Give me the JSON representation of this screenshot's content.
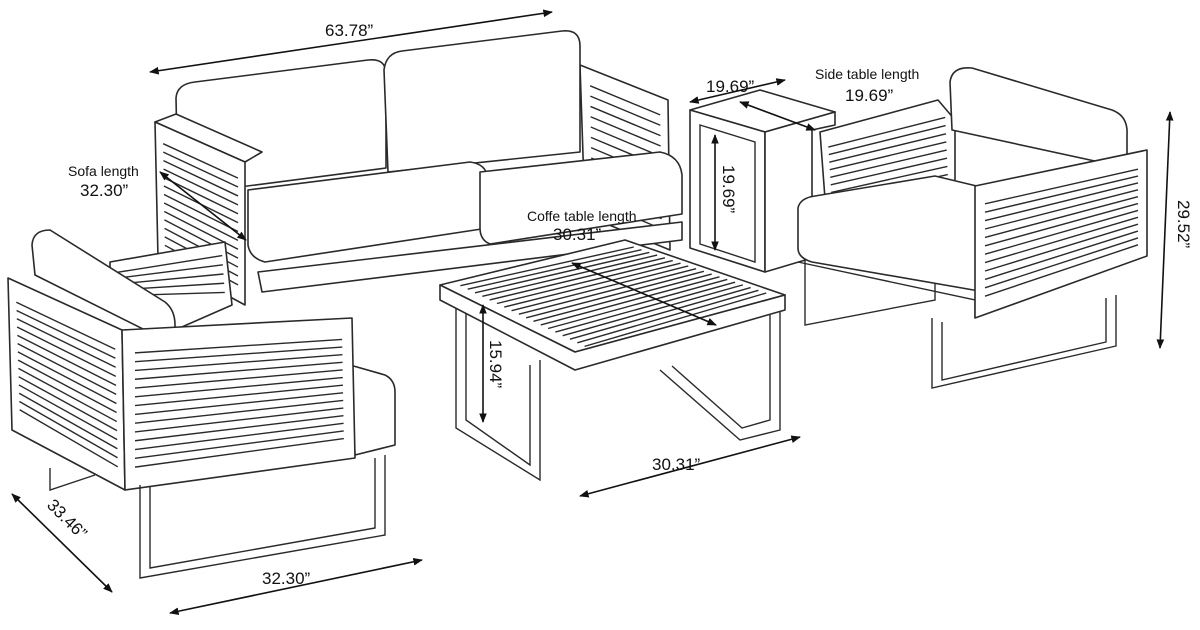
{
  "dimensions": {
    "sofa_width": "63.78”",
    "side_table_width": "19.69”",
    "side_table_length_label": "Side table length",
    "side_table_length": "19.69”",
    "sofa_length_label": "Sofa length",
    "sofa_length": "32.30”",
    "coffee_table_length_label": "Coffe table length",
    "coffee_table_length": "30.31”",
    "side_table_height": "19.69”",
    "chair_height": "29.52”",
    "coffee_table_height": "15.94”",
    "coffee_table_width": "30.31”",
    "chair_depth": "33.46”",
    "chair_width": "32.30”"
  },
  "colors": {
    "line": "#2a2a2a",
    "background": "#ffffff"
  }
}
